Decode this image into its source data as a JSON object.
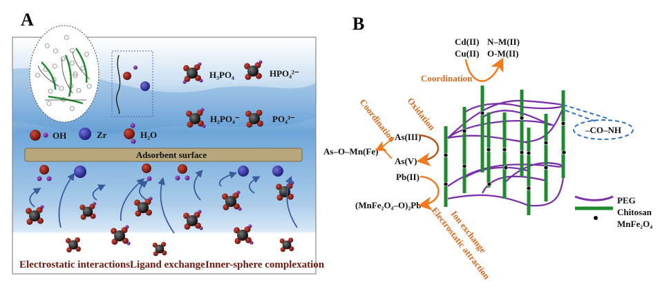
{
  "panel_a": {
    "label": "A",
    "species": {
      "h3po4": "H₃PO₄",
      "hpo4": "HPO₄²⁻",
      "h2po4": "H₂PO₄⁻",
      "po4": "PO₄³⁻",
      "oh": "OH",
      "zr": "Zr",
      "h2o": "H₂O"
    },
    "surface_label": "Adsorbent surface",
    "mechanisms": [
      "Electrostatic interactions",
      "Ligand exchange",
      "Inner-sphere complexation"
    ],
    "colors": {
      "water": "#7fb2e0",
      "surface": "#b8a67c",
      "oxygen": "#8b1a12",
      "phosphorus": "#111111",
      "hydrogen": "#7a1fa0",
      "zr": "#2a2a9a",
      "mechanism_text": "#6b1a12"
    }
  },
  "panel_b": {
    "label": "B",
    "top": {
      "reactants": [
        "Cd(II)",
        "Cu(II)"
      ],
      "products": [
        "N–M(II)",
        "O-M(II)"
      ],
      "process": "Coordination"
    },
    "arsenic": {
      "as3": "As(III)",
      "as5": "As(V)",
      "product": "As–O–Mn(Fe)",
      "oxidation": "Oxidation",
      "coordination": "Coordination"
    },
    "lead": {
      "reactant": "Pb(II)",
      "product": "(MnFe₂O₄–O)₂Pb",
      "ion_exchange": "Ion exchange",
      "electrostatic": "Electrostatic attraction"
    },
    "group_label": "–CO–NH",
    "legend": [
      {
        "label": "PEG",
        "color": "#7b2fa8"
      },
      {
        "label": "Chitosan",
        "color": "#1f8a2e"
      },
      {
        "label": "MnFe₂O₄",
        "color": "#111111"
      }
    ],
    "colors": {
      "arrow_orange": "#f07b1e",
      "arrow_brown": "#b5571b",
      "text_orange": "#d9691e",
      "dashed_blue": "#2f6fc0"
    }
  }
}
